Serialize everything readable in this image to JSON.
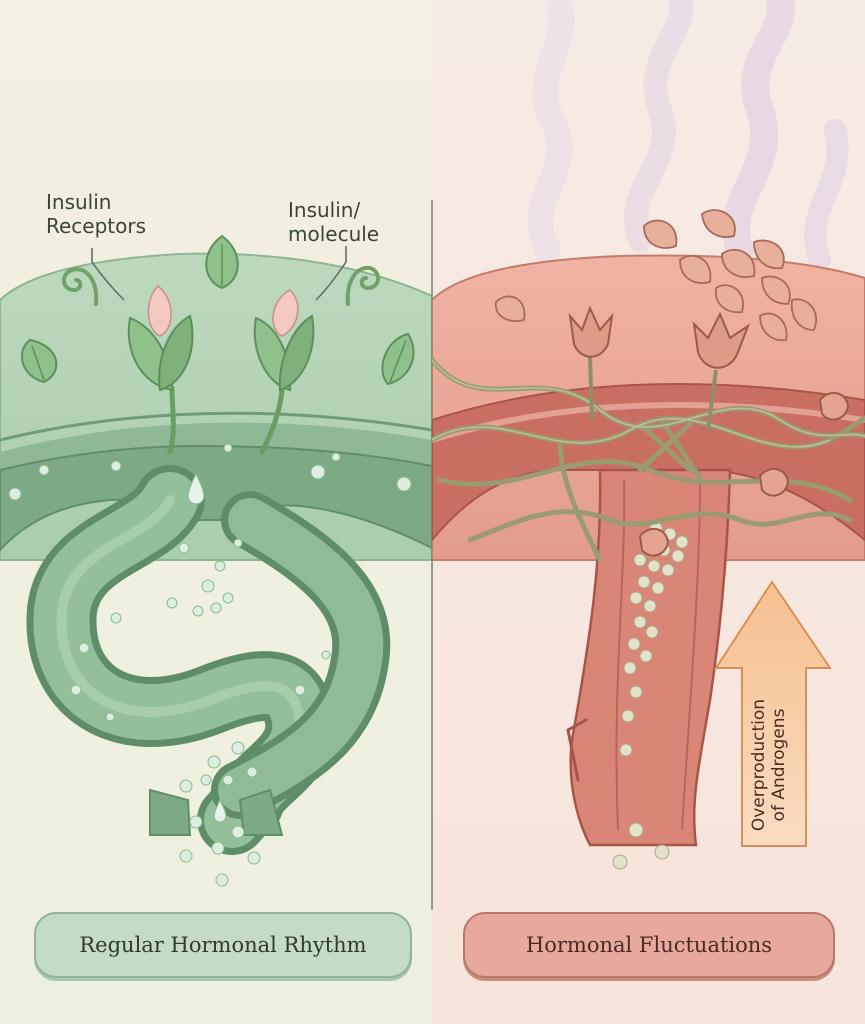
{
  "labels": {
    "insulin_receptors": [
      "Insulin",
      "Receptors"
    ],
    "insulin_molecule": [
      "Insulin/",
      "molecule"
    ],
    "androgens": [
      "Overproduction",
      "of Androgens"
    ]
  },
  "pills": {
    "left": "Regular Hormonal Rhythm",
    "right": "Hormonal Fluctuations"
  },
  "colors": {
    "background": "#f4eee2",
    "healthy_green": "#7fae86",
    "tissue_pink": "#d9897a",
    "arrow_orange": "#f2b784",
    "vine": "#a8ad7e"
  },
  "icons": [
    "leaf-icon",
    "fern-curl-icon",
    "tulip-bud-icon",
    "droplet-icon",
    "thorny-vine-icon",
    "wilted-flower-icon",
    "up-arrow-icon"
  ]
}
